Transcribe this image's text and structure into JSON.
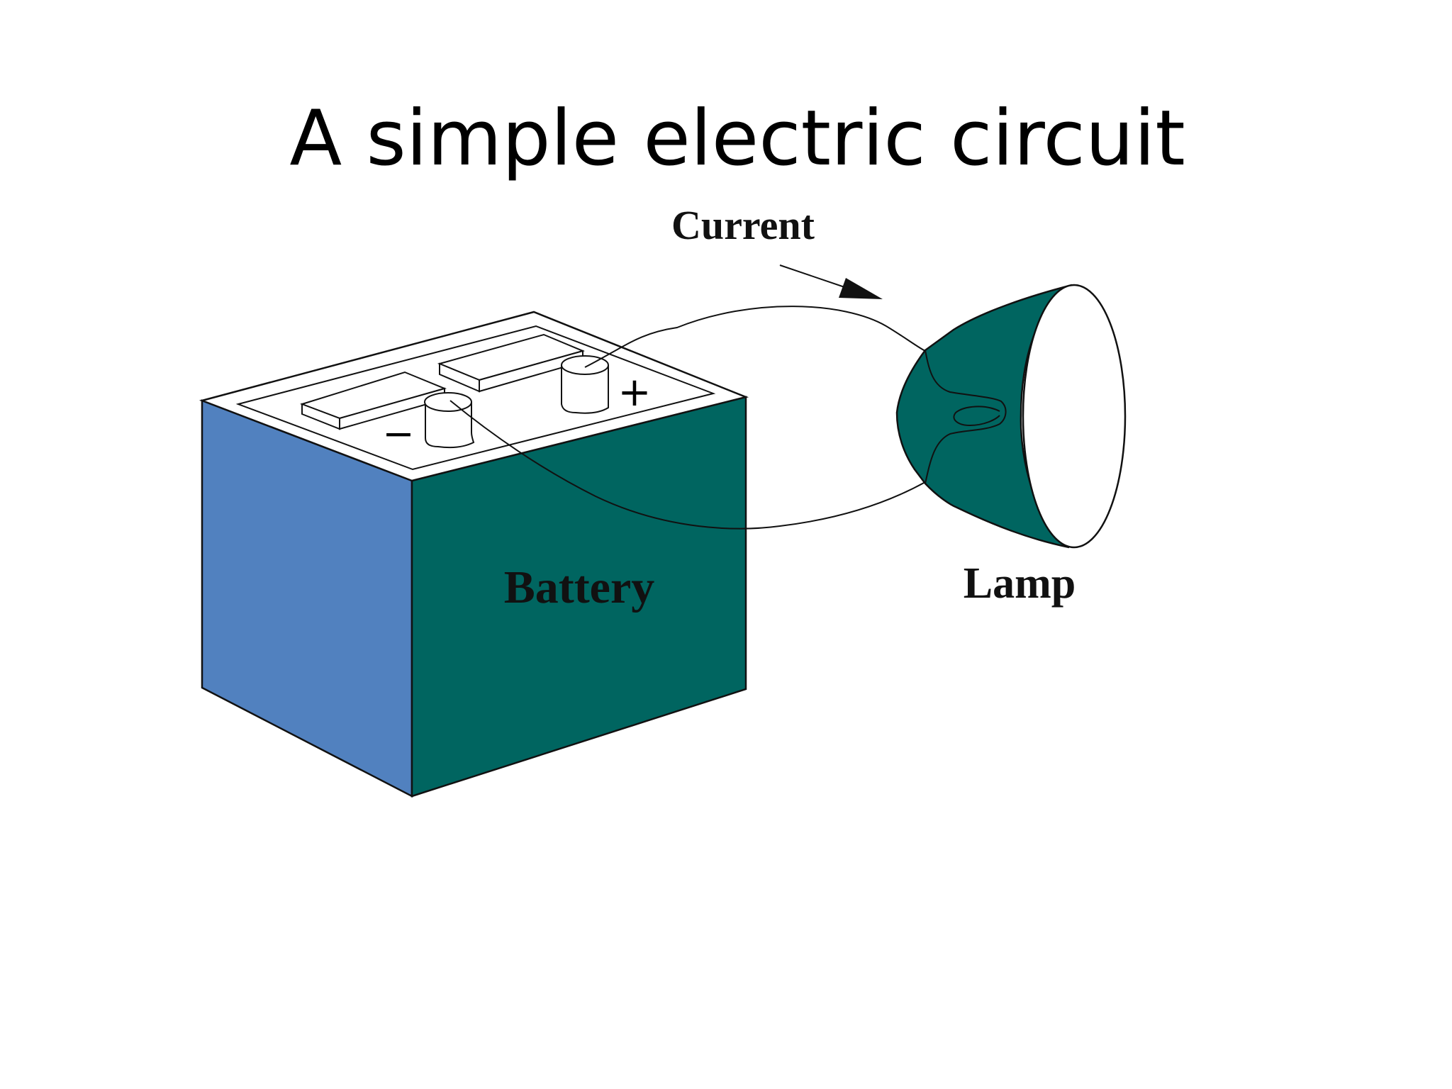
{
  "slide": {
    "title": "A simple electric circuit"
  },
  "labels": {
    "current": "Current",
    "battery": "Battery",
    "lamp": "Lamp",
    "negative_terminal": "−",
    "positive_terminal": "+"
  },
  "colors": {
    "battery_side": "#5181bf",
    "battery_front": "#006560",
    "lamp_body": "#006560",
    "outline": "#111111",
    "background": "#ffffff"
  }
}
